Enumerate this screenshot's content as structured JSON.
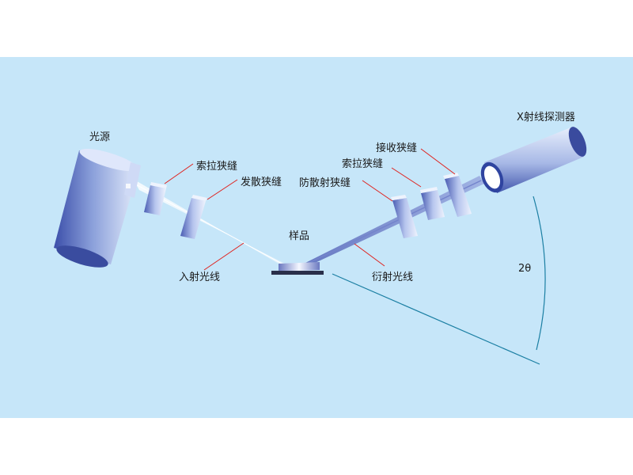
{
  "labels": {
    "source": "光源",
    "soller_slit_1": "索拉狭缝",
    "divergence_slit": "发散狭缝",
    "incident_ray": "入射光线",
    "sample": "样品",
    "anti_scatter_slit": "防散射狭缝",
    "soller_slit_2": "索拉狭缝",
    "receiving_slit": "接收狭缝",
    "diffracted_ray": "衍射光线",
    "detector": "X射线探测器",
    "angle": "2θ"
  },
  "colors": {
    "background": "#c6e6f9",
    "leader_line": "#e0201c",
    "angle_arc": "#1b7fa3",
    "component_dark": "#3d4fa8",
    "component_light": "#e7eefc"
  }
}
